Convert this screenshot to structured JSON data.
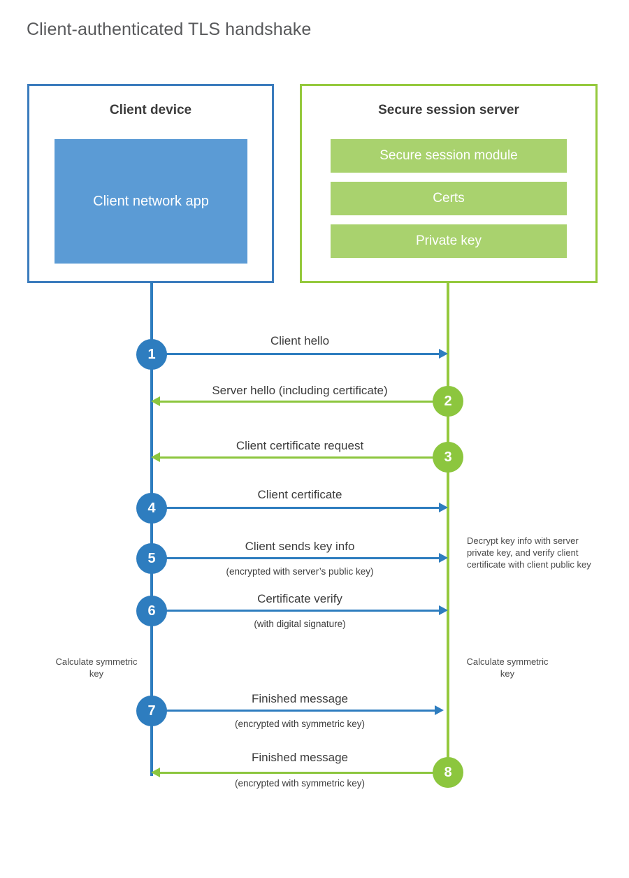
{
  "title": "Client-authenticated TLS handshake",
  "colors": {
    "client_blue": "#2e7dbf",
    "client_box_border": "#3b7cbd",
    "client_app_fill": "#5b9bd5",
    "server_green": "#8cc63e",
    "server_box_border": "#95c93d",
    "server_module_fill": "#a9d26e",
    "text": "#3c3c3c",
    "title_text": "#58595b"
  },
  "client": {
    "title": "Client device",
    "app_label": "Client network app"
  },
  "server": {
    "title": "Secure session server",
    "modules": [
      {
        "label": "Secure session module"
      },
      {
        "label": "Certs"
      },
      {
        "label": "Private key"
      }
    ]
  },
  "steps": [
    {
      "number": "1",
      "label": "Client hello",
      "sub": "",
      "direction": "client-to-server",
      "color": "blue"
    },
    {
      "number": "2",
      "label": "Server hello (including certificate)",
      "sub": "",
      "direction": "server-to-client",
      "color": "green"
    },
    {
      "number": "3",
      "label": "Client certificate request",
      "sub": "",
      "direction": "server-to-client",
      "color": "green"
    },
    {
      "number": "4",
      "label": "Client certificate",
      "sub": "",
      "direction": "client-to-server",
      "color": "blue"
    },
    {
      "number": "5",
      "label": "Client sends key info",
      "sub": "(encrypted with server’s public key)",
      "direction": "client-to-server",
      "color": "blue"
    },
    {
      "number": "6",
      "label": "Certificate verify",
      "sub": "(with digital signature)",
      "direction": "client-to-server",
      "color": "blue"
    },
    {
      "number": "7",
      "label": "Finished message",
      "sub": "(encrypted with symmetric key)",
      "direction": "client-to-server",
      "color": "blue"
    },
    {
      "number": "8",
      "label": "Finished message",
      "sub": "(encrypted with symmetric key)",
      "direction": "server-to-client",
      "color": "green"
    }
  ],
  "notes": {
    "server_decrypt": "Decrypt key info with server private key, and verify client certificate with client public key",
    "client_calculate": "Calculate symmetric key",
    "server_calculate": "Calculate symmetric key"
  }
}
